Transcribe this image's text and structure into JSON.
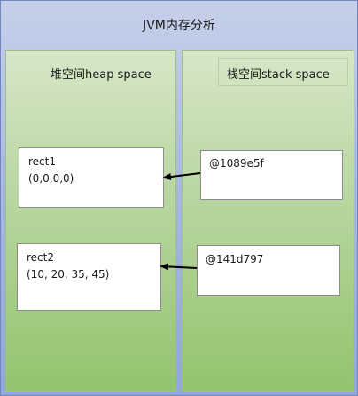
{
  "title": "JVM内存分析",
  "heap": {
    "title": "堆空间heap space",
    "objects": [
      {
        "name": "rect1",
        "values": "(0,0,0,0)"
      },
      {
        "name": "rect2",
        "values": "(10, 20, 35, 45)"
      }
    ]
  },
  "stack": {
    "title": "栈空间stack space",
    "refs": [
      "@1089e5f",
      "@141d797"
    ]
  },
  "colors": {
    "outer_frame": "#a9b9e0",
    "heap_panel": "#b7d59e",
    "stack_panel": "#b7d59e",
    "arrow": "#000000"
  }
}
